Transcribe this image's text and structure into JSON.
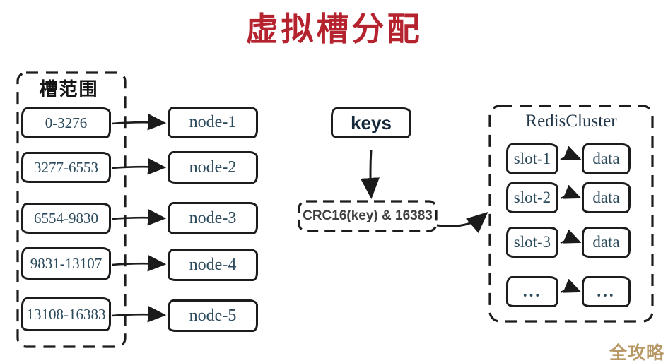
{
  "title": "虚拟槽分配",
  "colors": {
    "title_red": "#b4232e",
    "box_text": "#2b4a5c",
    "border": "#1c1c1c",
    "watermark": "#b79764"
  },
  "slot_ranges": {
    "label": "槽范围",
    "items": [
      "0-3276",
      "3277-6553",
      "6554-9830",
      "9831-13107",
      "13108-16383"
    ]
  },
  "nodes": [
    "node-1",
    "node-2",
    "node-3",
    "node-4",
    "node-5"
  ],
  "hash": {
    "keys_label": "keys",
    "formula": "CRC16(key) & 16383"
  },
  "redis_cluster": {
    "label": "RedisCluster",
    "slots": [
      "slot-1",
      "slot-2",
      "slot-3",
      "..."
    ],
    "data_labels": [
      "data",
      "data",
      "data",
      "..."
    ]
  },
  "watermark": "全攻略"
}
